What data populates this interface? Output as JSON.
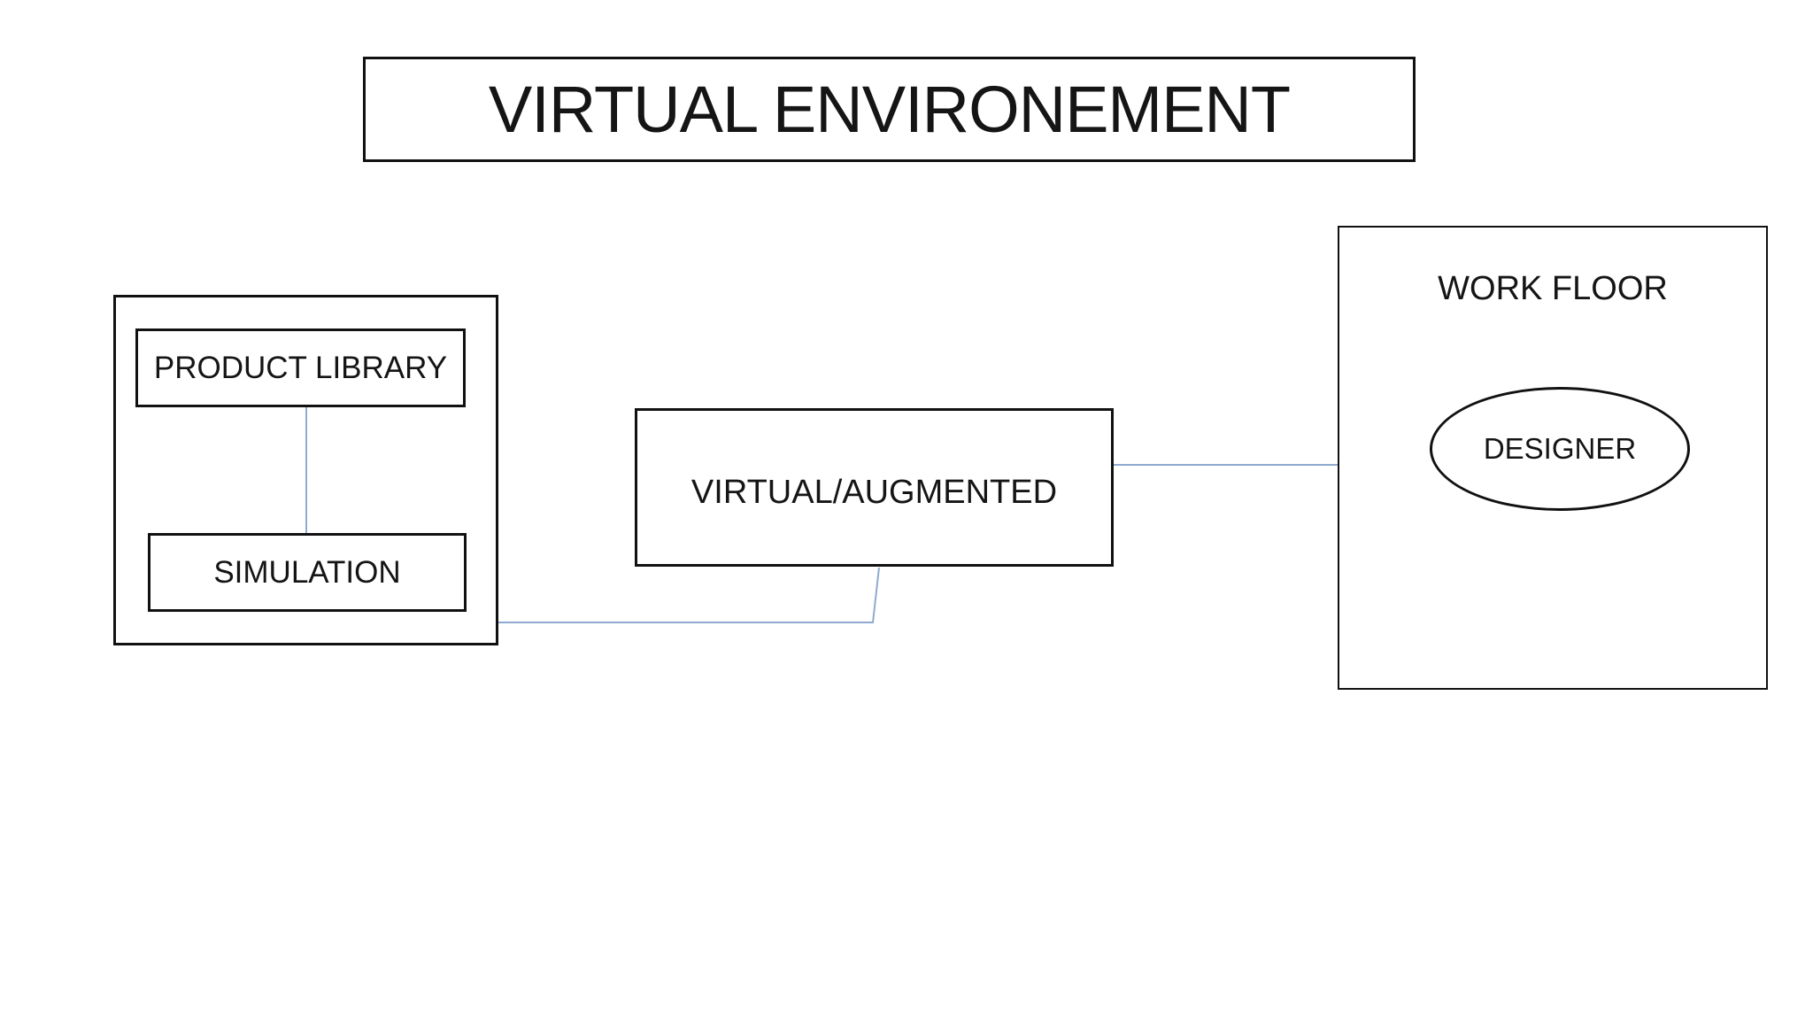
{
  "title": {
    "label": "VIRTUAL ENVIRONEMENT"
  },
  "left_group": {
    "product_library_label": "PRODUCT LIBRARY",
    "simulation_label": "SIMULATION"
  },
  "center_box": {
    "label": "VIRTUAL/AUGMENTED"
  },
  "work_floor": {
    "label": "WORK FLOOR",
    "designer_label": "DESIGNER"
  },
  "connectors": [
    {
      "name": "product-library-to-simulation",
      "type": "straight-vertical"
    },
    {
      "name": "left-group-to-virtual-augmented",
      "type": "elbow"
    },
    {
      "name": "virtual-augmented-to-designer",
      "type": "straight-horizontal"
    }
  ],
  "colors": {
    "connector_blue": "#8faad0",
    "shape_border": "#111111",
    "text": "#151515",
    "background": "#ffffff"
  }
}
